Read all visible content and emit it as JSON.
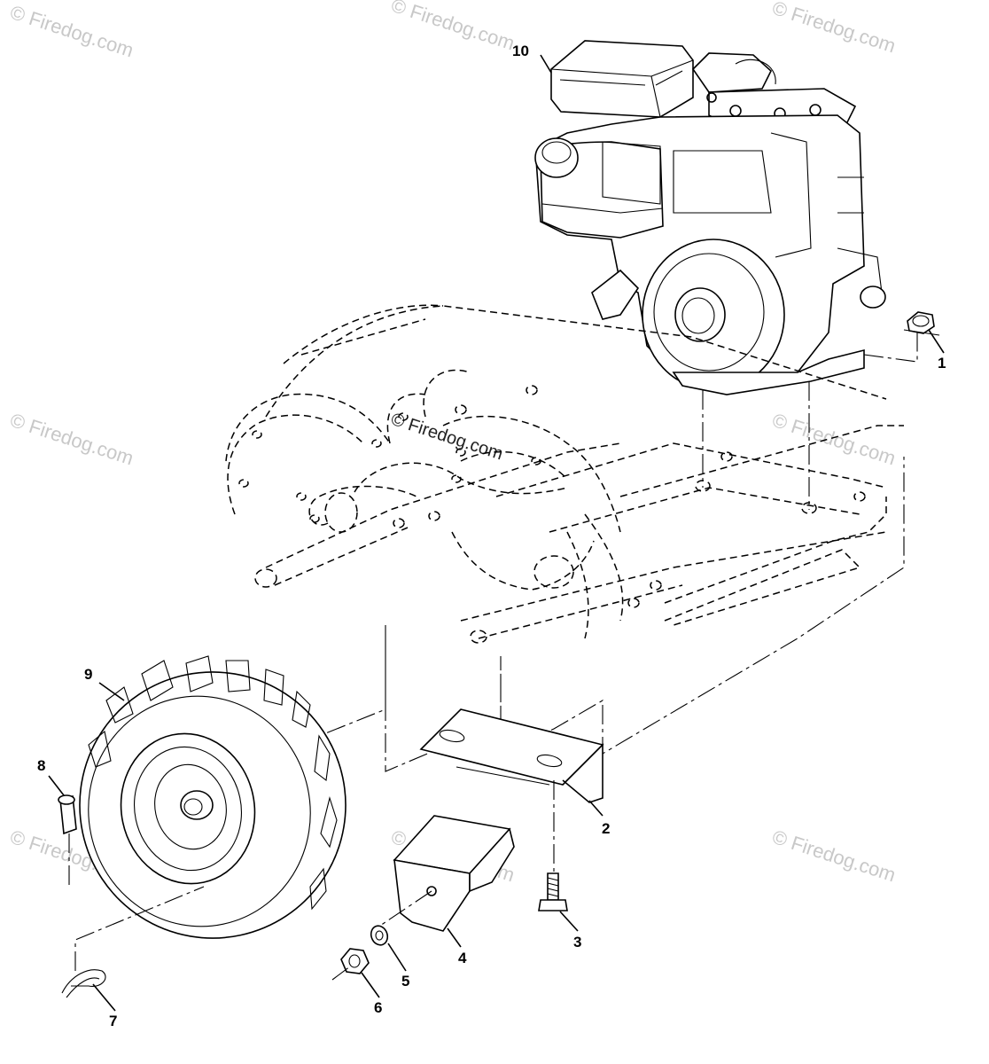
{
  "watermark": {
    "text": "© Firedog.com"
  },
  "callouts": [
    {
      "id": "callout-1",
      "text": "1"
    },
    {
      "id": "callout-2",
      "text": "2"
    },
    {
      "id": "callout-3",
      "text": "3"
    },
    {
      "id": "callout-4",
      "text": "4"
    },
    {
      "id": "callout-5",
      "text": "5"
    },
    {
      "id": "callout-6",
      "text": "6"
    },
    {
      "id": "callout-7",
      "text": "7"
    },
    {
      "id": "callout-8",
      "text": "8"
    },
    {
      "id": "callout-9",
      "text": "9"
    },
    {
      "id": "callout-10",
      "text": "10"
    }
  ],
  "parts": {
    "1": "engine-mount-nut",
    "2": "bracket",
    "3": "bolt",
    "4": "weight-block",
    "5": "lock-washer",
    "6": "hex-nut",
    "7": "hairpin-clip",
    "8": "clevis-pin",
    "9": "tire-wheel",
    "10": "engine"
  }
}
